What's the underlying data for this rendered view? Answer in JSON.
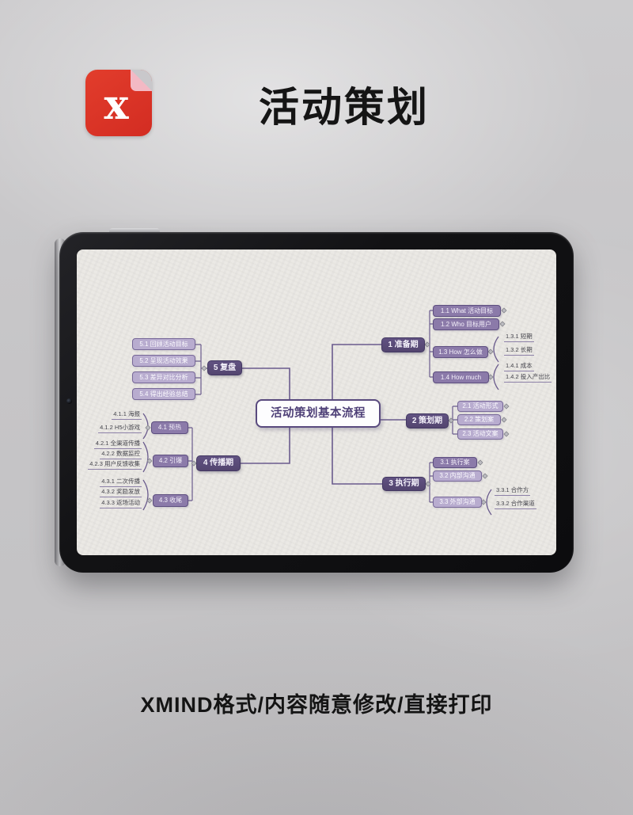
{
  "header": {
    "title": "活动策划",
    "logo_icon": "xmind-logo",
    "logo_glyph": "x"
  },
  "caption": "XMIND格式/内容随意修改/直接打印",
  "colors": {
    "logo_red": "#d93325",
    "fold_pink": "#f3b9c4",
    "node_dark_purple": "#5a4b79",
    "node_medium_purple": "#8b7aa9",
    "node_light_purple": "#b8accf",
    "line_purple": "#6a5b8d",
    "screen_paper": "#ebe9e5",
    "page_background": "#c7c6c8"
  },
  "mindmap": {
    "root": "活动策划基本流程",
    "branches": [
      {
        "label": "1 准备期",
        "children": [
          {
            "label": "1.1 What 活动目标"
          },
          {
            "label": "1.2 Who 目标用户"
          },
          {
            "label": "1.3 How 怎么做",
            "children": [
              "1.3.1 短期",
              "1.3.2 长期"
            ]
          },
          {
            "label": "1.4 How much",
            "children": [
              "1.4.1 成本",
              "1.4.2 投入产出比"
            ]
          }
        ]
      },
      {
        "label": "2 策划期",
        "children": [
          {
            "label": "2.1 活动形式"
          },
          {
            "label": "2.2 策划案"
          },
          {
            "label": "2.3 活动文案"
          }
        ]
      },
      {
        "label": "3 执行期",
        "children": [
          {
            "label": "3.1 执行案"
          },
          {
            "label": "3.2 内部沟通"
          },
          {
            "label": "3.3 外部沟通",
            "children": [
              "3.3.1 合作方",
              "3.3.2 合作渠道"
            ]
          }
        ]
      },
      {
        "label": "4 传播期",
        "children": [
          {
            "label": "4.1 预热",
            "children": [
              "4.1.1 海报",
              "4.1.2 H5小游戏"
            ]
          },
          {
            "label": "4.2 引爆",
            "children": [
              "4.2.1 全渠道传播",
              "4.2.2 数据监控",
              "4.2.3 用户反馈收集"
            ]
          },
          {
            "label": "4.3 收尾",
            "children": [
              "4.3.1 二次传播",
              "4.3.2 奖励发放",
              "4.3.3 返场活动"
            ]
          }
        ]
      },
      {
        "label": "5 复盘",
        "children": [
          {
            "label": "5.1 回顾活动目标"
          },
          {
            "label": "5.2 呈现活动效果"
          },
          {
            "label": "5.3 差异对比分析"
          },
          {
            "label": "5.4 得出经验总结"
          }
        ]
      }
    ]
  }
}
